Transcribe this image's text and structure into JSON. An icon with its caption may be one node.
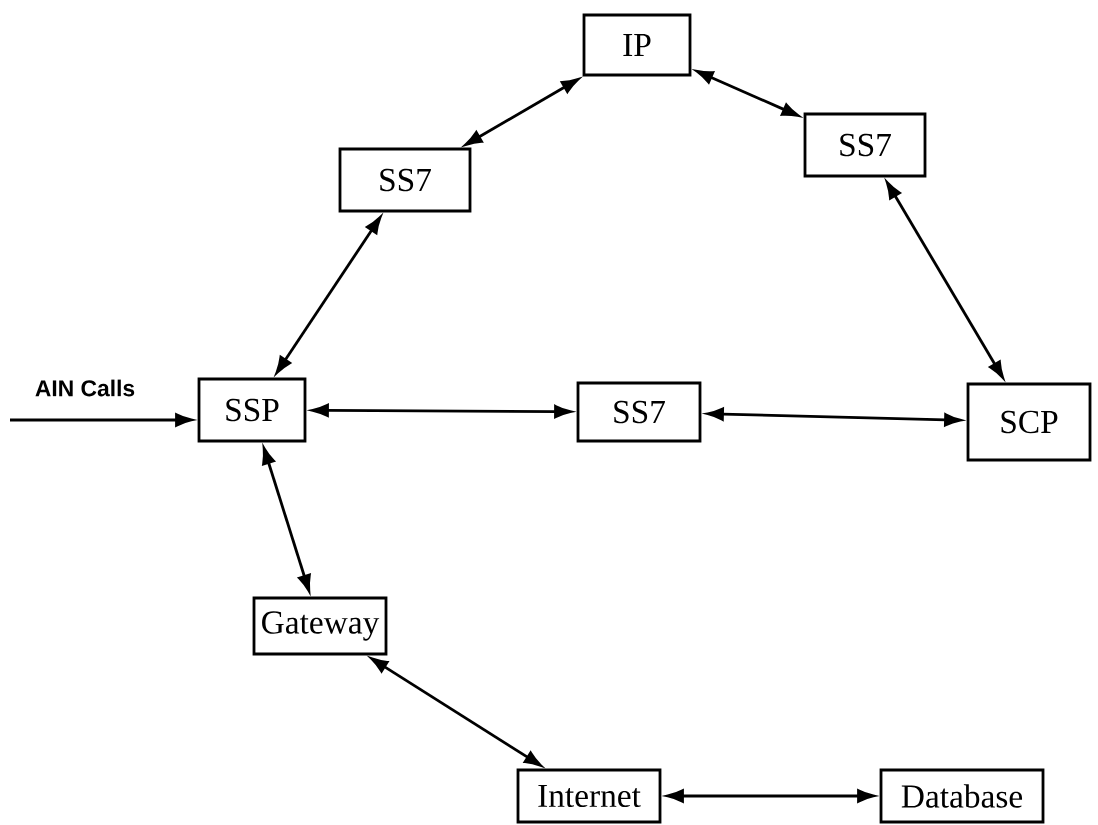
{
  "diagram": {
    "nodes": [
      {
        "text": [
          "IP"
        ]
      },
      {
        "text": [
          "SS7"
        ]
      },
      {
        "text": [
          "SS7"
        ]
      },
      {
        "text": [
          "SSP"
        ]
      },
      {
        "text": [
          "SS7"
        ]
      },
      {
        "text": [
          "SCP"
        ]
      },
      {
        "text": [
          "Gateway"
        ]
      },
      {
        "text": [
          "Internet"
        ]
      },
      {
        "text": [
          "Database"
        ]
      }
    ],
    "edges": [
      {
        "from": null,
        "to": 3,
        "arrow": "to",
        "label": "AIN Calls"
      },
      {
        "from": 1,
        "to": 0,
        "arrow": "both"
      },
      {
        "from": 0,
        "to": 2,
        "arrow": "both"
      },
      {
        "from": 3,
        "to": 1,
        "arrow": "both"
      },
      {
        "from": 2,
        "to": 5,
        "arrow": "both"
      },
      {
        "from": 3,
        "to": 4,
        "arrow": "both"
      },
      {
        "from": 4,
        "to": 5,
        "arrow": "both"
      },
      {
        "from": 3,
        "to": 6,
        "arrow": "both"
      },
      {
        "from": 6,
        "to": 7,
        "arrow": "both"
      },
      {
        "from": 7,
        "to": 8,
        "arrow": "both"
      }
    ]
  }
}
